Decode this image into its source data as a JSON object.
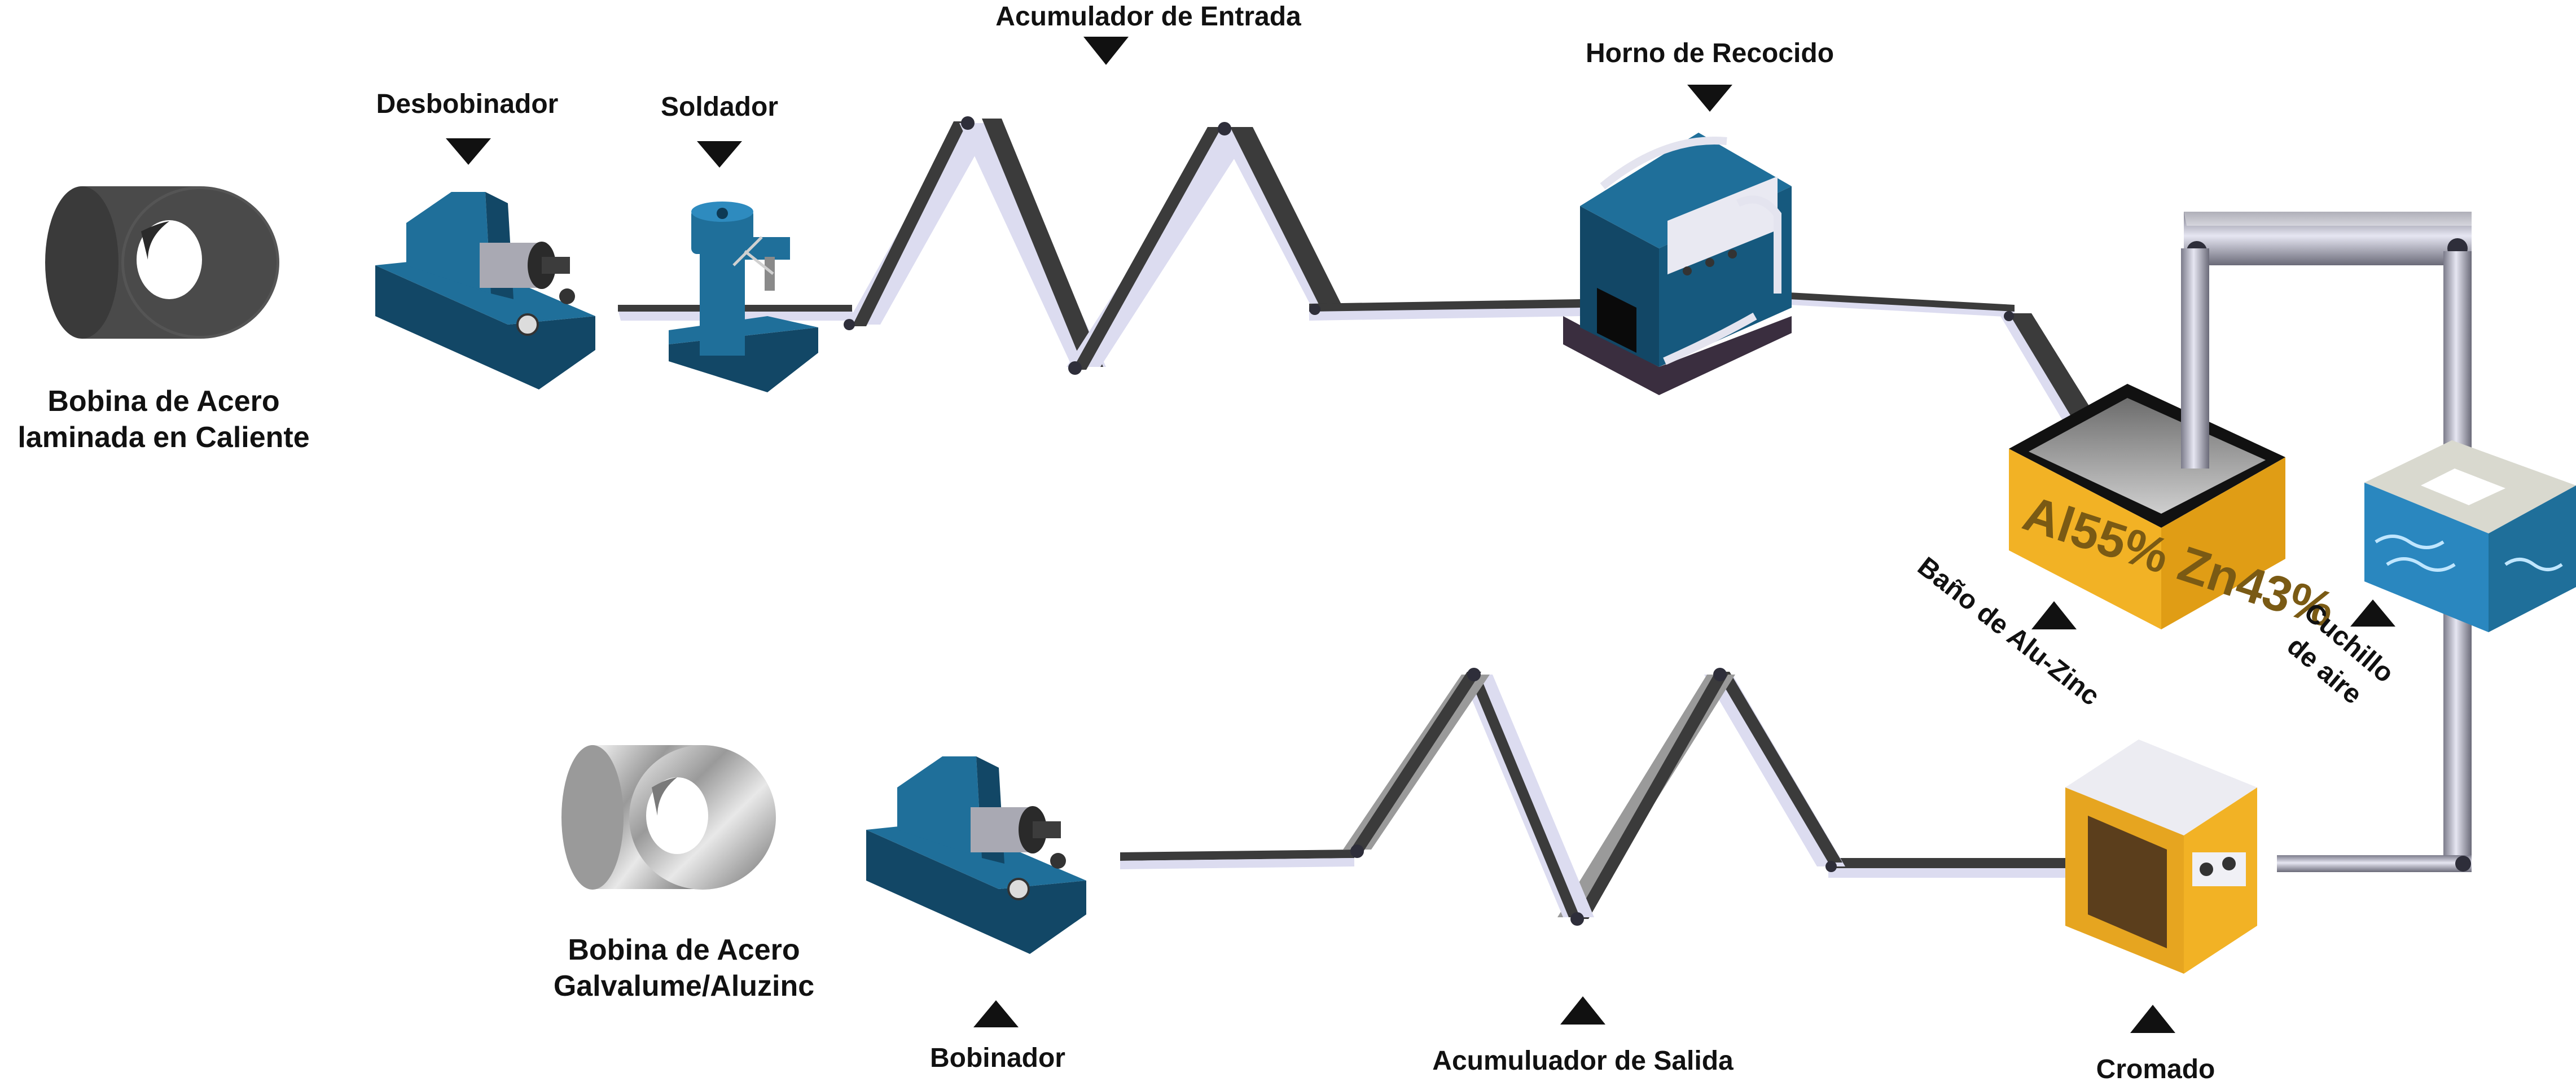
{
  "labels": {
    "coil_in_line1": "Bobina de Acero",
    "coil_in_line2": "laminada en Caliente",
    "uncoiler": "Desbobinador",
    "welder": "Soldador",
    "entry_accumulator": "Acumulador de Entrada",
    "furnace": "Horno de Recocido",
    "bath_text": "Al55% Zn43%",
    "bath_label": "Baño de Alu-Zinc",
    "air_knife_line1": "Cuchillo",
    "air_knife_line2": "de aire",
    "chromate": "Cromado",
    "exit_accumulator": "Acumuluador de Salida",
    "coiler": "Bobinador",
    "coil_out_line1": "Bobina de Acero",
    "coil_out_line2": "Galvalume/Aluzinc"
  },
  "colors": {
    "machine_blue": "#1f6f9a",
    "machine_blue_dark": "#124766",
    "bath_yellow": "#f2b225",
    "strip_dark": "#3b3b3b",
    "strip_light": "#dcdcf0",
    "coil_dark": "#4a4a4a",
    "label": "#111111"
  }
}
